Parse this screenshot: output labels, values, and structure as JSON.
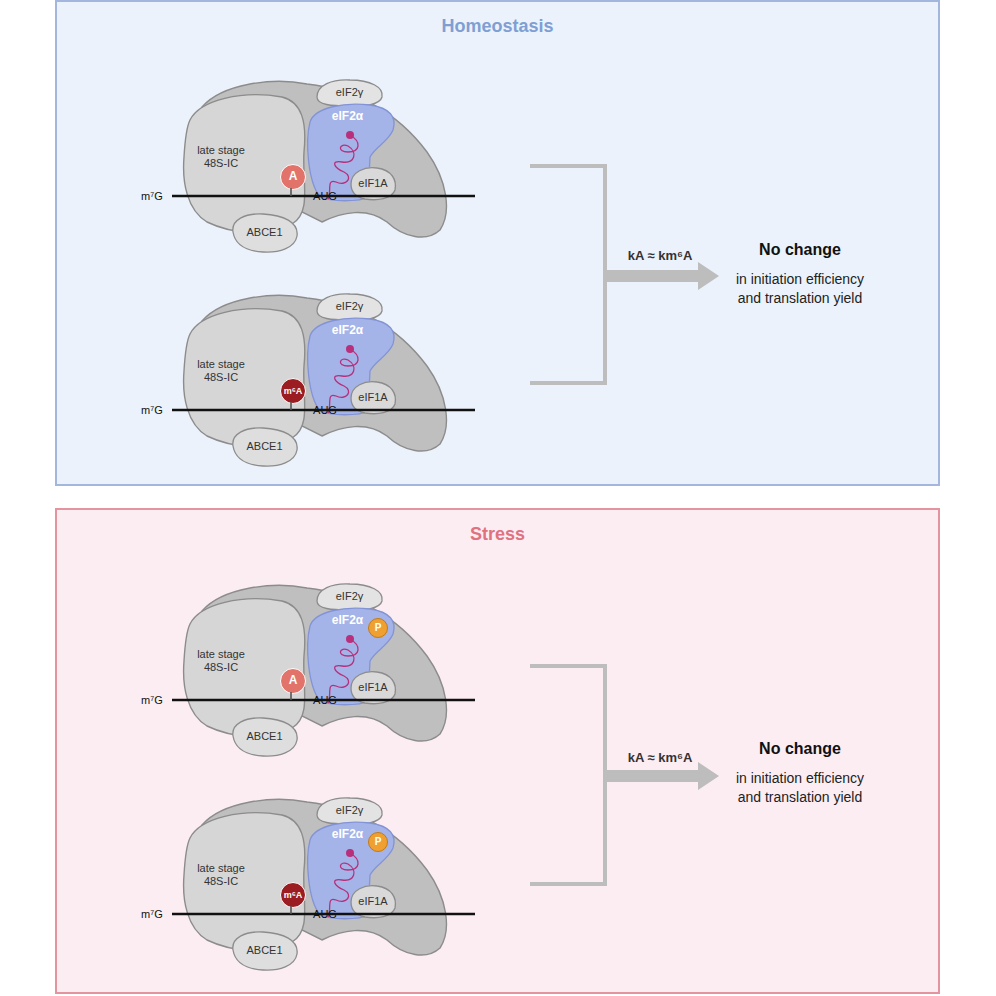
{
  "diagram": {
    "nodes": [
      {
        "text": [
          "Homeostasis"
        ]
      },
      {
        "text": [
          "late stage 48S-IC"
        ],
        "in": 0
      },
      {
        "text": [
          "eIF2γ"
        ],
        "in": 1
      },
      {
        "text": [
          "eIF2α"
        ],
        "in": 1
      },
      {
        "text": [
          "eIF1A"
        ],
        "in": 1
      },
      {
        "text": [
          "A"
        ],
        "in": 1
      },
      {
        "text": [
          "ABCE1"
        ],
        "in": 1
      },
      {
        "text": [
          "late stage 48S-IC"
        ],
        "in": 0
      },
      {
        "text": [
          "eIF2γ"
        ],
        "in": 7
      },
      {
        "text": [
          "eIF2α"
        ],
        "in": 7
      },
      {
        "text": [
          "eIF1A"
        ],
        "in": 7
      },
      {
        "text": [
          "m⁶A"
        ],
        "in": 7
      },
      {
        "text": [
          "ABCE1"
        ],
        "in": 7
      },
      {
        "text": [
          "Stress"
        ]
      },
      {
        "text": [
          "late stage 48S-IC"
        ],
        "in": 13
      },
      {
        "text": [
          "eIF2γ"
        ],
        "in": 14
      },
      {
        "text": [
          "eIF2α"
        ],
        "in": 14
      },
      {
        "text": [
          "P"
        ],
        "in": 16
      },
      {
        "text": [
          "eIF1A"
        ],
        "in": 14
      },
      {
        "text": [
          "A"
        ],
        "in": 14
      },
      {
        "text": [
          "ABCE1"
        ],
        "in": 14
      },
      {
        "text": [
          "late stage 48S-IC"
        ],
        "in": 13
      },
      {
        "text": [
          "eIF2γ"
        ],
        "in": 21
      },
      {
        "text": [
          "eIF2α"
        ],
        "in": 21
      },
      {
        "text": [
          "P"
        ],
        "in": 23
      },
      {
        "text": [
          "eIF1A"
        ],
        "in": 21
      },
      {
        "text": [
          "m⁶A"
        ],
        "in": 21
      },
      {
        "text": [
          "ABCE1"
        ],
        "in": 21
      }
    ],
    "labels": [
      "m⁷G",
      "AUG",
      "m⁷G",
      "AUG",
      "kA ≈ km⁶A",
      "No change",
      "in initiation efficiency and translation yield",
      "m⁷G",
      "AUG",
      "m⁷G",
      "AUG",
      "kA ≈ km⁶A",
      "No change",
      "in initiation efficiency and translation yield"
    ]
  }
}
